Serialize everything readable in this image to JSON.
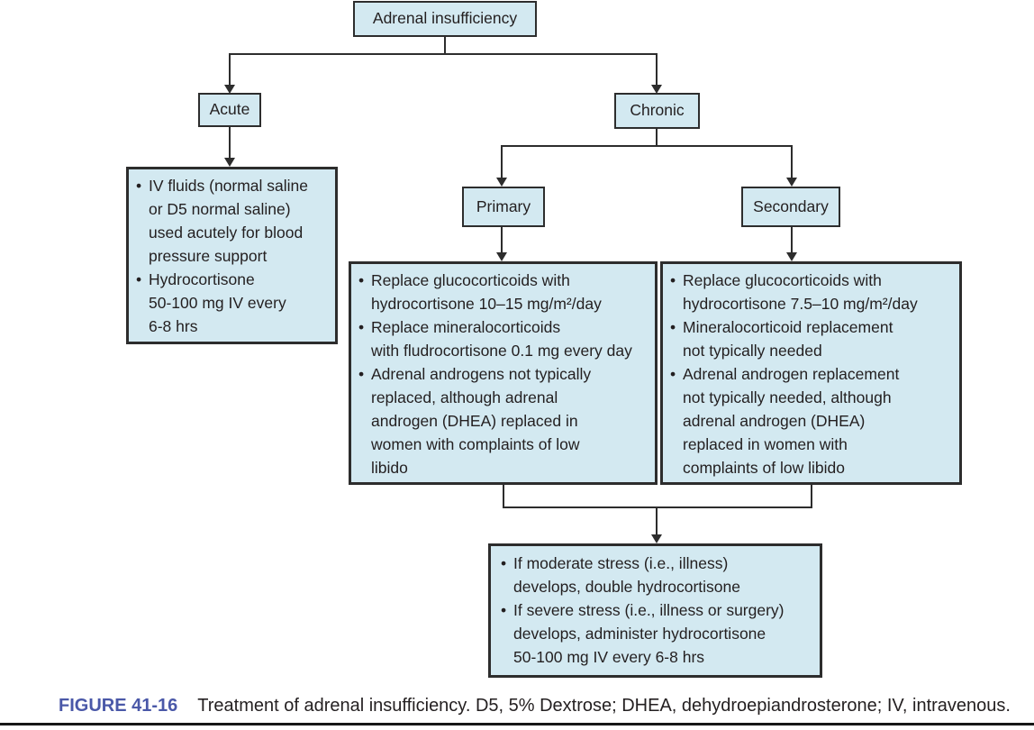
{
  "flowchart": {
    "root": {
      "label": "Adrenal insufficiency"
    },
    "acute": {
      "label": "Acute",
      "items": [
        "IV fluids (normal saline\nor D5 normal saline)\nused acutely for blood\npressure support",
        "Hydrocortisone\n50-100 mg IV every\n6-8 hrs"
      ]
    },
    "chronic": {
      "label": "Chronic"
    },
    "primary": {
      "label": "Primary",
      "items": [
        "Replace glucocorticoids with\nhydrocortisone 10–15 mg/m²/day",
        "Replace mineralocorticoids\nwith fludrocortisone 0.1 mg every day",
        "Adrenal androgens not typically\nreplaced, although adrenal\nandrogen (DHEA) replaced in\nwomen with complaints of low\nlibido"
      ]
    },
    "secondary": {
      "label": "Secondary",
      "items": [
        "Replace glucocorticoids with\nhydrocortisone 7.5–10 mg/m²/day",
        "Mineralocorticoid replacement\nnot typically needed",
        "Adrenal androgen replacement\nnot typically needed, although\nadrenal androgen (DHEA)\nreplaced in women with\ncomplaints of low libido"
      ]
    },
    "stress": {
      "items": [
        "If moderate stress (i.e., illness)\ndevelops, double hydrocortisone",
        "If severe stress (i.e., illness or surgery)\ndevelops, administer hydrocortisone\n50-100 mg IV every 6-8 hrs"
      ]
    }
  },
  "caption": {
    "figure_label": "FIGURE 41-16",
    "text": "Treatment of adrenal insufficiency. D5, 5% Dextrose; DHEA, dehydroepiandrosterone; IV, intravenous."
  },
  "colors": {
    "box_fill": "#d3e9f1",
    "box_border": "#2d2d2d",
    "line_color": "#2d2d2d",
    "text_color": "#231f20",
    "figure_label_color": "#4a58a8",
    "rule_color": "#161616"
  }
}
